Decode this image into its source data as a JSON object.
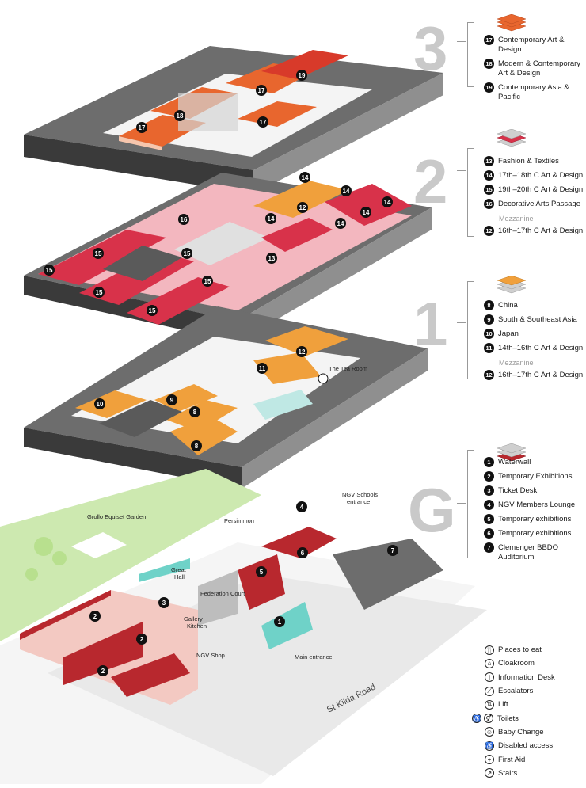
{
  "levels": [
    {
      "letter": "3",
      "items": [
        {
          "num": "17",
          "label": "Contemporary Art & Design"
        },
        {
          "num": "18",
          "label": "Modern & Contemporary Art & Design"
        },
        {
          "num": "19",
          "label": "Contemporary Asia & Pacific"
        }
      ]
    },
    {
      "letter": "2",
      "items": [
        {
          "num": "13",
          "label": "Fashion & Textiles"
        },
        {
          "num": "14",
          "label": "17th–18th C Art & Design"
        },
        {
          "num": "15",
          "label": "19th–20th C Art & Design"
        },
        {
          "num": "16",
          "label": "Decorative Arts Passage"
        }
      ],
      "mezzanine_label": "Mezzanine",
      "mezzanine_items": [
        {
          "num": "12",
          "label": "16th–17th C Art & Design"
        }
      ]
    },
    {
      "letter": "1",
      "items": [
        {
          "num": "8",
          "label": "China"
        },
        {
          "num": "9",
          "label": "South & Southeast Asia"
        },
        {
          "num": "10",
          "label": "Japan"
        },
        {
          "num": "11",
          "label": "14th–16th C Art & Design"
        }
      ],
      "mezzanine_label": "Mezzanine",
      "mezzanine_items": [
        {
          "num": "12",
          "label": "16th–17th C Art & Design"
        }
      ]
    },
    {
      "letter": "G",
      "items": [
        {
          "num": "1",
          "label": "Waterwall"
        },
        {
          "num": "2",
          "label": "Temporary Exhibitions"
        },
        {
          "num": "3",
          "label": "Ticket Desk"
        },
        {
          "num": "4",
          "label": "NGV Members Lounge"
        },
        {
          "num": "5",
          "label": "Temporary exhibitions"
        },
        {
          "num": "6",
          "label": "Temporary exhibitions"
        },
        {
          "num": "7",
          "label": "Clemenger BBDO Auditorium"
        }
      ]
    }
  ],
  "key": [
    {
      "icon": "fork-knife-icon",
      "glyph": "🍴",
      "label": "Places to eat"
    },
    {
      "icon": "cloakroom-icon",
      "glyph": "⌂",
      "label": "Cloakroom"
    },
    {
      "icon": "info-icon",
      "glyph": "i",
      "label": "Information Desk"
    },
    {
      "icon": "escalator-icon",
      "glyph": "⟋",
      "label": "Escalators"
    },
    {
      "icon": "lift-icon",
      "glyph": "⇅",
      "label": "Lift"
    },
    {
      "icon": "toilets-icon",
      "glyph": "⚥",
      "label": "Toilets"
    },
    {
      "icon": "baby-change-icon",
      "glyph": "☺",
      "label": "Baby Change"
    },
    {
      "icon": "disabled-access-icon",
      "glyph": "♿",
      "label": "Disabled access"
    },
    {
      "icon": "first-aid-icon",
      "glyph": "+",
      "label": "First Aid"
    },
    {
      "icon": "stairs-icon",
      "glyph": "↗",
      "label": "Stairs"
    }
  ],
  "map_labels": {
    "garden": "Grollo Equiset Garden",
    "persimmon": "Persimmon",
    "schools_line1": "NGV Schools",
    "schools_line2": "entrance",
    "great_hall_line1": "Great",
    "great_hall_line2": "Hall",
    "federation_court": "Federation Court",
    "gallery_kitchen_line1": "Gallery",
    "gallery_kitchen_line2": "Kitchen",
    "ngv_shop": "NGV Shop",
    "main_entrance": "Main entrance",
    "tea_room": "The Tea Room",
    "road": "St Kilda Road"
  },
  "colors": {
    "level3": "#e8662e",
    "level2": "#d8324a",
    "level1": "#f0a03c",
    "ground": "#b8282e",
    "slab_top": "#6d6d6d",
    "slab_side": "#3a3a3a",
    "garden": "#cde9b0"
  }
}
